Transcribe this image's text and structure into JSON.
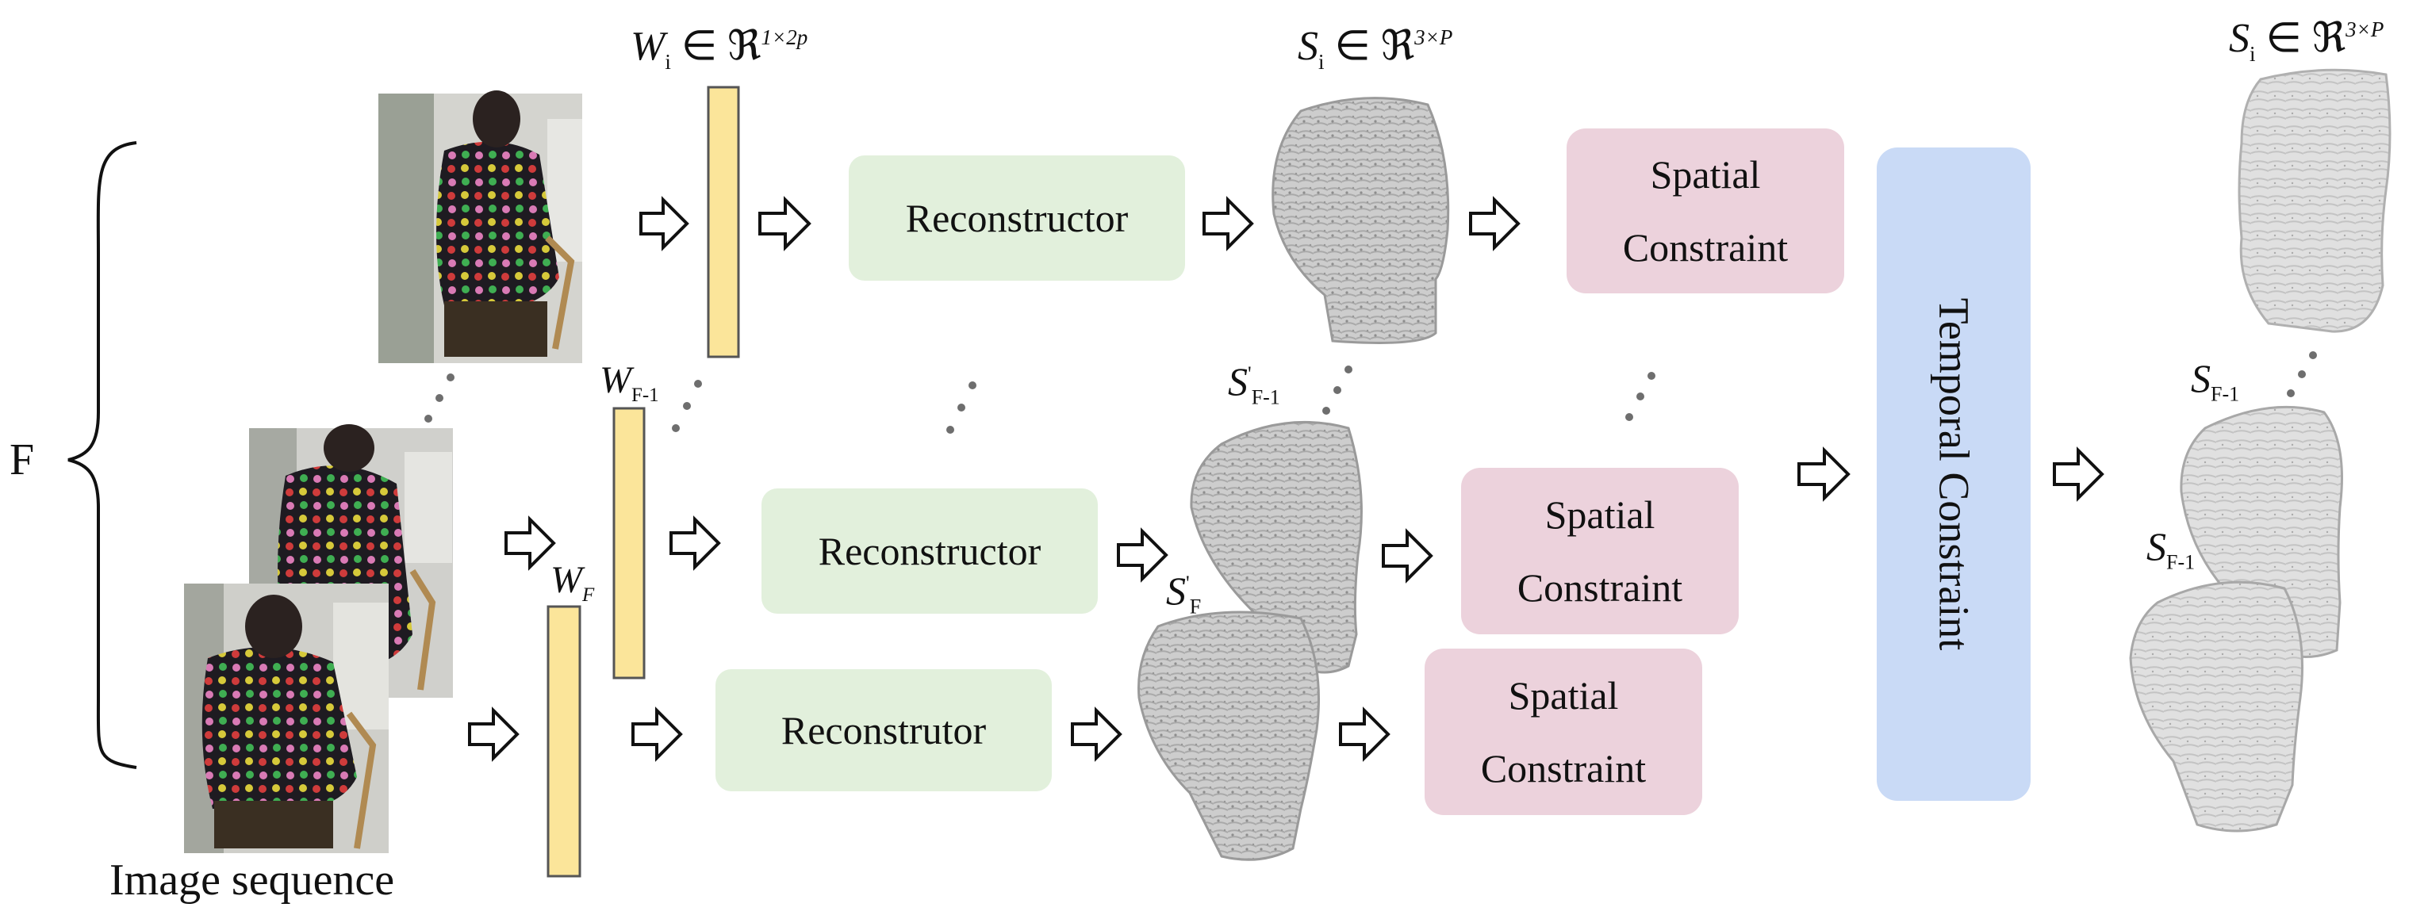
{
  "brace_label": "F",
  "image_sequence_label": "Image sequence",
  "weights": [
    {
      "sym": "W",
      "sub": "i",
      "rel": "∈ ℜ",
      "sup": "1×2p"
    },
    {
      "sym": "W",
      "sub": "F-1"
    },
    {
      "sym": "W",
      "sub": "F"
    }
  ],
  "shapes": [
    {
      "sym": "S",
      "sub": "i",
      "rel": "∈ ℜ",
      "sup": "3×P"
    },
    {
      "sym": "S",
      "prime": "'",
      "sub": "F-1"
    },
    {
      "sym": "S",
      "prime": "'",
      "sub": "F"
    }
  ],
  "reconstructors": [
    "Reconstructor",
    "Reconstructor",
    "Reconstrutor"
  ],
  "spatial_constraint": {
    "line1": "Spatial",
    "line2": "Constraint"
  },
  "temporal_constraint": "Temporal Constraint",
  "outputs": [
    {
      "sym": "S",
      "sub": "i",
      "rel": "∈ ℜ",
      "sup": "3×P"
    },
    {
      "sym": "S",
      "sub": "F-1"
    },
    {
      "sym": "S",
      "sub": "F-1"
    }
  ],
  "colors": {
    "reconstructor": "#e2f0dc",
    "spatial": "#ecd2dc",
    "temporal": "#c9daf6",
    "weight_bar": "#fbe59a",
    "mesh": "#c8c8c8"
  }
}
